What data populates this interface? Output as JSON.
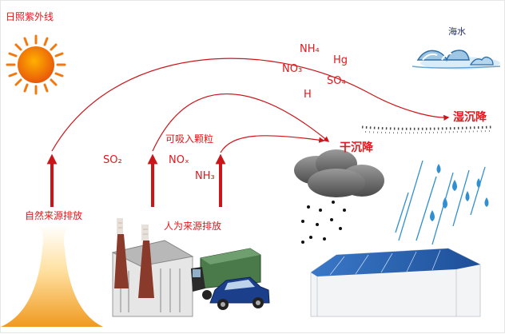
{
  "labels": {
    "sun": "日照紫外线",
    "sea": "海水",
    "natural_source": "自然来源排放",
    "human_source": "人为来源排放",
    "inhalable": "可吸入颗粒",
    "dry_deposition": "干沉降",
    "wet_deposition": "湿沉降"
  },
  "species": {
    "so2": "SO₂",
    "nox": "NOₓ",
    "nh3": "NH₃",
    "nh4": "NH₄",
    "hg": "Hg",
    "no3": "NO₃",
    "so4": "SO₄",
    "h": "H"
  },
  "colors": {
    "red_text": "#e0191e",
    "navy_text": "#222c7a",
    "arrow": "#cc1519",
    "sun": "#f07a10",
    "rain": "#2f8fd0",
    "cloud": "#6f6f6f"
  }
}
